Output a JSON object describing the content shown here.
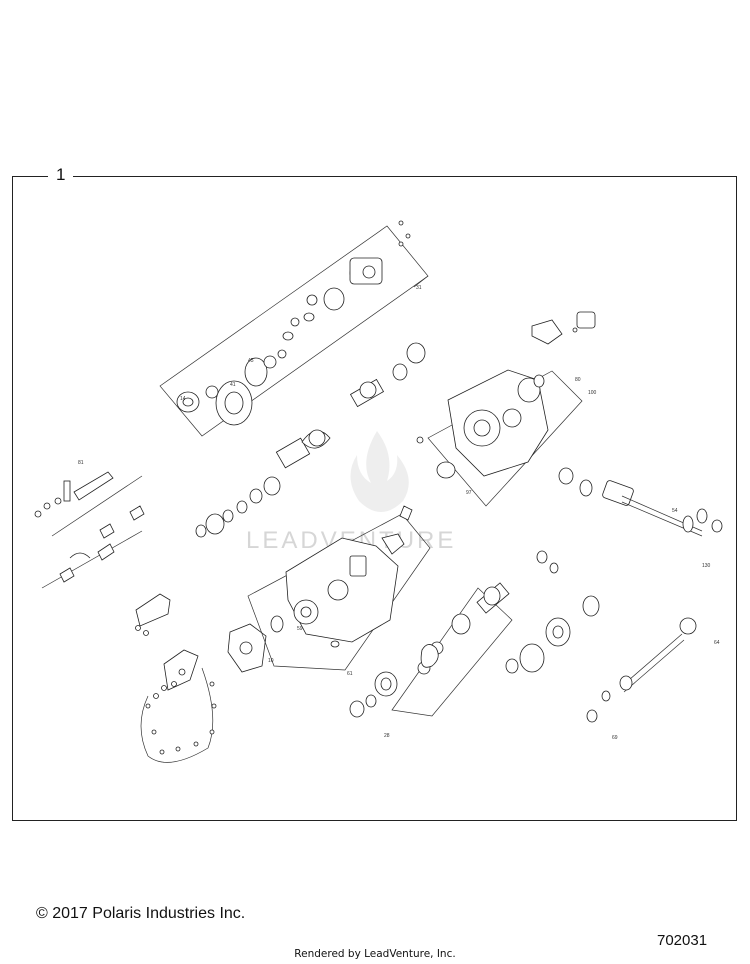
{
  "diagram": {
    "group_label": "1",
    "watermark": "LEADVENTURE"
  },
  "footer": {
    "copyright": "© 2017 Polaris Industries Inc.",
    "part_number": "702031",
    "rendered_by": "Rendered by LeadVenture, Inc."
  }
}
